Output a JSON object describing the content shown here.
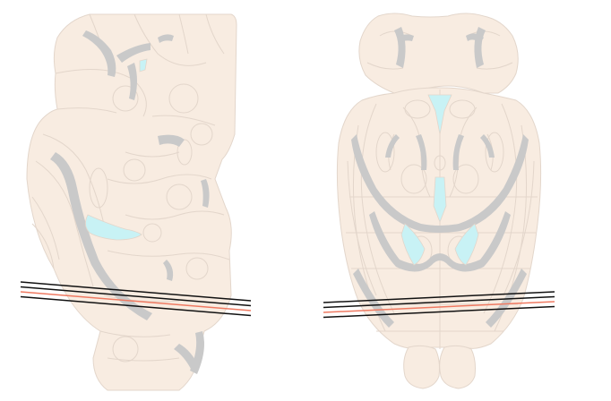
{
  "colors": {
    "tissue": "#f8ece1",
    "tissue_outline": "#e3d6cb",
    "fiber_tract": "#c9c9c9",
    "ventricle": "#c8f2f5",
    "slice_line": "#111111",
    "target_line": "#ef7a62",
    "background": "#ffffff"
  },
  "views": [
    {
      "name": "sagittal-view",
      "description_visible_text": ""
    },
    {
      "name": "horizontal-view",
      "description_visible_text": ""
    }
  ],
  "slice_markers": {
    "line_count": 4,
    "highlighted_index": 2
  }
}
